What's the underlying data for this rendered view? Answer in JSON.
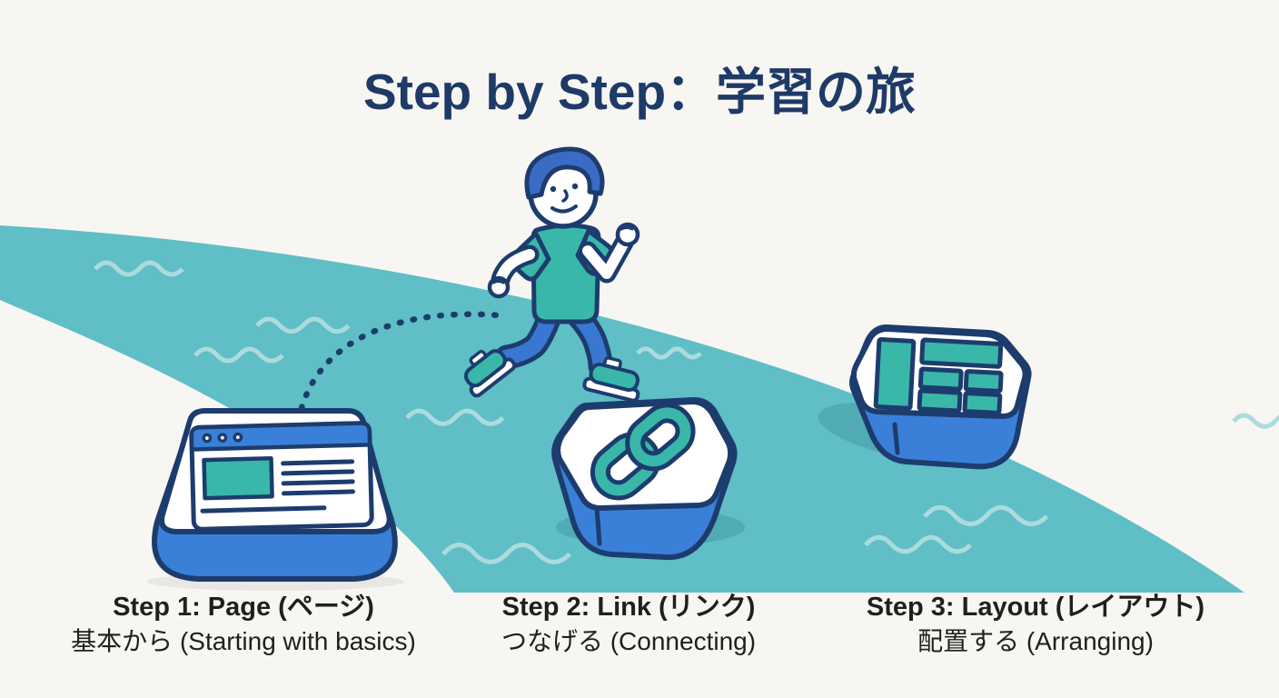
{
  "title": "Step by Step：学習の旅",
  "steps": [
    {
      "heading": "Step 1: Page (ページ)",
      "caption": "基本から (Starting with basics)",
      "stone_icon": "browser-window"
    },
    {
      "heading": "Step 2: Link (リンク)",
      "caption": "つなげる (Connecting)",
      "stone_icon": "chain-link"
    },
    {
      "heading": "Step 3: Layout (レイアウト)",
      "caption": "配置する (Arranging)",
      "stone_icon": "layout-grid"
    }
  ],
  "scene": {
    "character": "runner-jumping-across-stepping-stones",
    "environment": "teal-river-with-waves",
    "path_style": "dotted-jump-arc"
  },
  "colors": {
    "background": "#f7f6f3",
    "titleNavy": "#1e3a66",
    "outlineNavy": "#1d3c6e",
    "riverTeal": "#5fbec6",
    "waveLight": "#abdbdd",
    "waterShadow": "#4fa9b3",
    "stoneBlue": "#3b80d8",
    "accentTeal": "#39b8a9",
    "pantsBlue": "#3878d2",
    "hairBlue": "#3a6cc6",
    "labelText": "#1f1f1f",
    "groundShadow": "#e9e7e2"
  }
}
